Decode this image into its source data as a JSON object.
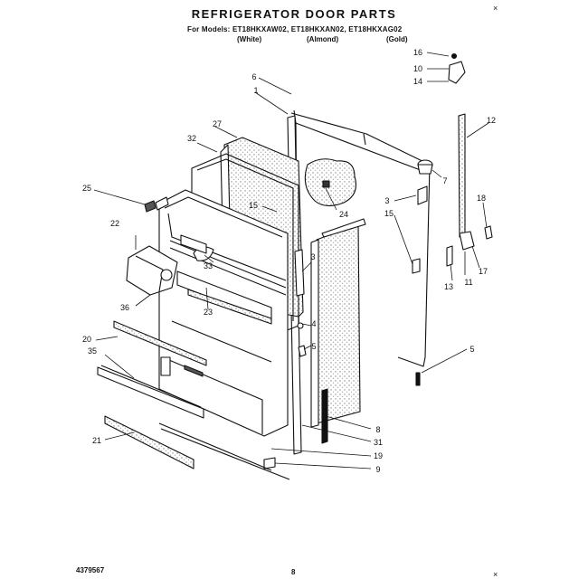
{
  "header": {
    "title": "REFRIGERATOR DOOR PARTS",
    "models": "For Models: ET18HKXAW02, ET18HKXAN02, ET18HKXAG02",
    "variants": [
      "(White)",
      "(Almond)",
      "(Gold)"
    ]
  },
  "corner_marks": [
    "×",
    "×"
  ],
  "footer": {
    "part_number": "4379567",
    "page": "8"
  },
  "callouts": [
    "6",
    "1",
    "27",
    "32",
    "25",
    "22",
    "36",
    "33",
    "23",
    "20",
    "35",
    "21",
    "15",
    "3",
    "24",
    "4",
    "5",
    "16",
    "10",
    "14",
    "12",
    "7",
    "3",
    "15",
    "18",
    "17",
    "11",
    "13",
    "5",
    "8",
    "31",
    "19",
    "9"
  ],
  "colors": {
    "line": "#111111",
    "background": "#ffffff",
    "stipple": "#9a9a9a"
  }
}
